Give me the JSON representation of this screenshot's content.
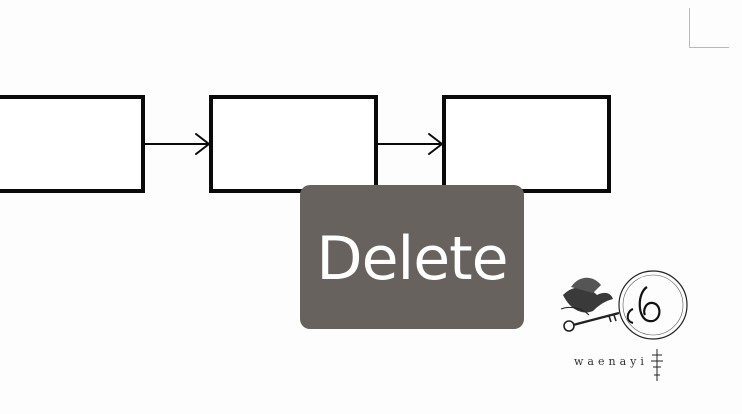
{
  "overlay": {
    "delete_label": "Delete"
  },
  "watermark": {
    "text": "waenayi",
    "icon": "bird-key-moon-logo"
  },
  "colors": {
    "overlay_bg": "#67625d",
    "node_border": "#0a0a0a",
    "background": "#fdfdfd"
  },
  "diagram": {
    "node_count": 3,
    "connections": [
      {
        "from": 1,
        "to": 2
      },
      {
        "from": 2,
        "to": 3
      }
    ]
  }
}
